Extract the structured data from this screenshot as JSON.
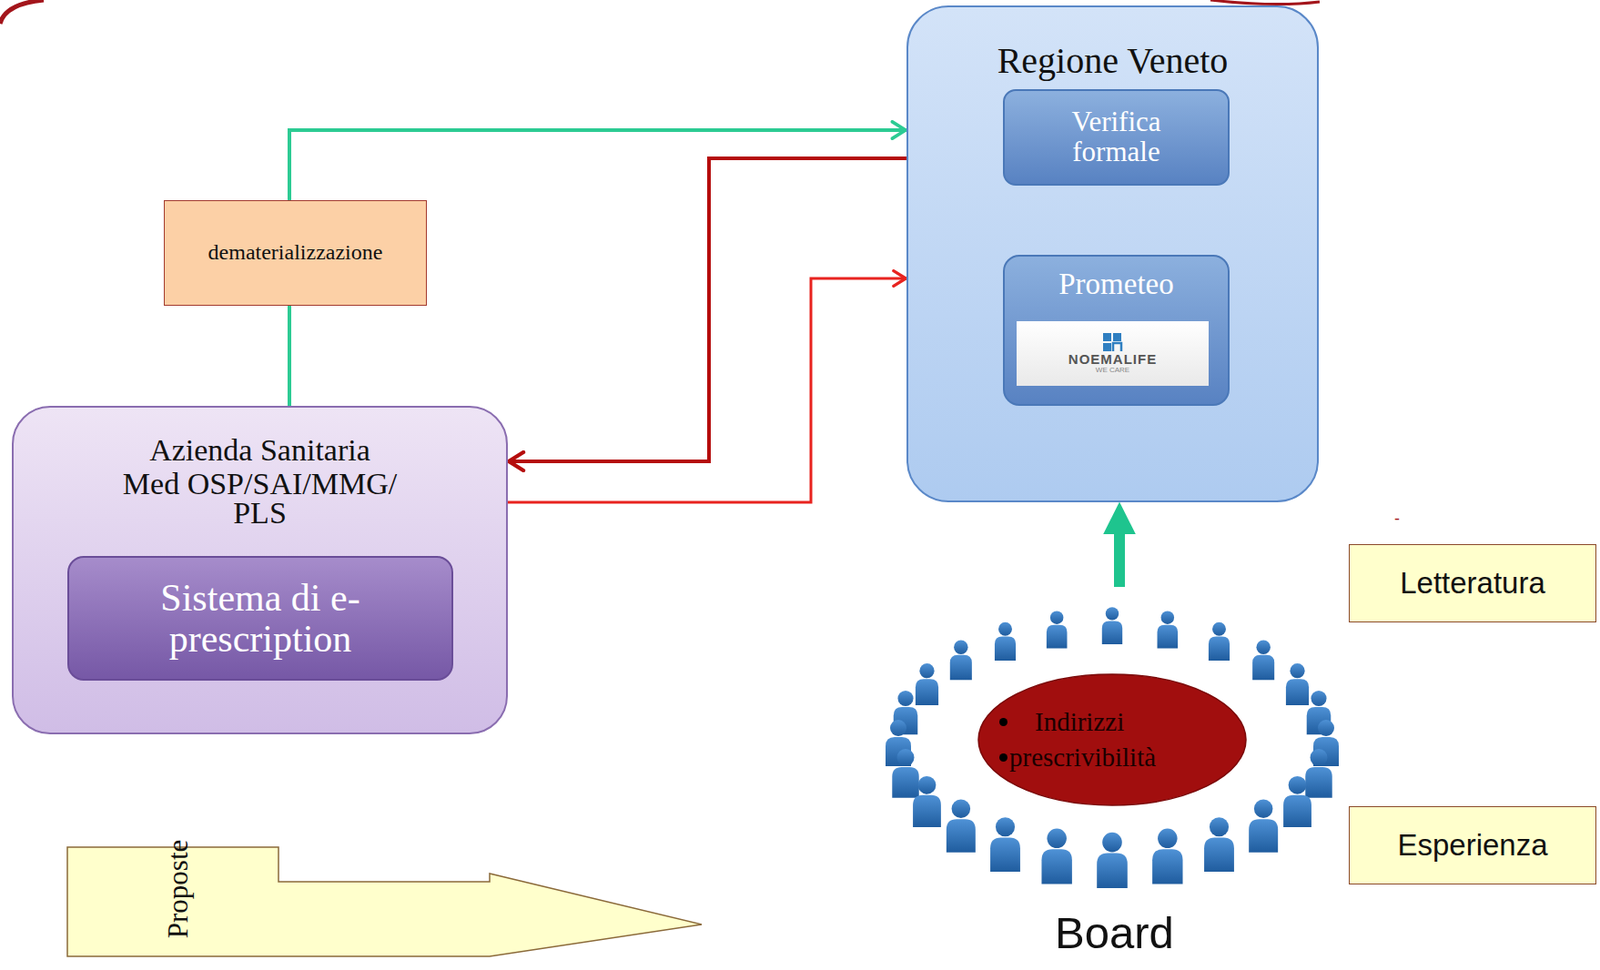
{
  "diagram": {
    "nodes": [
      {
        "text": [
          "Regione Veneto"
        ]
      },
      {
        "text": [
          "Verifica formale"
        ],
        "in": 0
      },
      {
        "text": [
          "Prometeo"
        ],
        "in": 0
      },
      {
        "text": [
          "dematerializzazione"
        ]
      },
      {
        "text": [
          "Azienda Sanitaria",
          "Med OSP/SAI/MMG/ PLS"
        ]
      },
      {
        "text": [
          "Sistema di e-prescription"
        ],
        "in": 4
      },
      {
        "text": [
          "Letteratura"
        ]
      },
      {
        "text": [
          "Board"
        ]
      },
      {
        "text": [
          "Indirizzi",
          "prescrivibilità"
        ],
        "in": 7
      },
      {
        "text": [
          "Esperienza"
        ]
      },
      {
        "text": [
          "Proposte"
        ]
      }
    ],
    "edges": [
      {
        "from": 4,
        "to": 3,
        "arrow": "none"
      },
      {
        "from": 3,
        "to": 0,
        "arrow": "to"
      },
      {
        "from": 0,
        "to": 4,
        "arrow": "to"
      },
      {
        "from": 4,
        "to": 0,
        "arrow": "to"
      },
      {
        "from": 1,
        "to": 2,
        "arrow": "to"
      },
      {
        "from": 2,
        "to": 1,
        "arrow": "to"
      },
      {
        "from": 7,
        "to": 0,
        "arrow": "to"
      }
    ],
    "labels": [
      "NOEMALIFE",
      "WE CARE",
      "-"
    ]
  }
}
